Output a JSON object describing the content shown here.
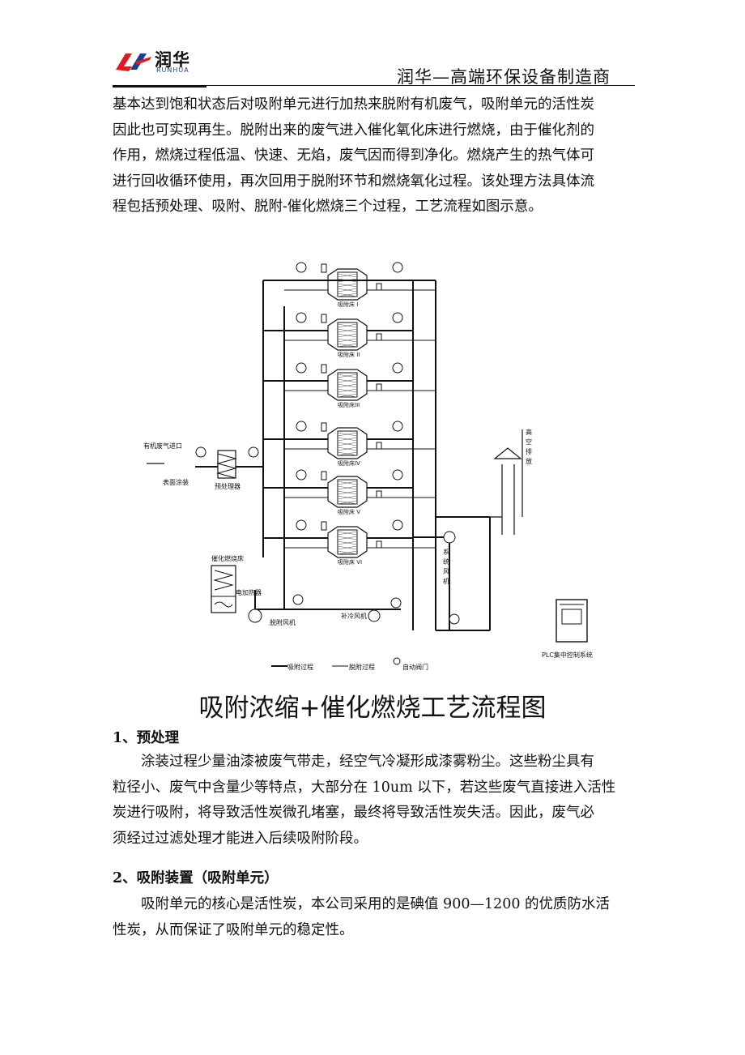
{
  "header": {
    "logo_cn": "润华",
    "logo_en": "RUNHUA",
    "slogan": "润华—高端环保设备制造商"
  },
  "intro_lines": [
    "基本达到饱和状态后对吸附单元进行加热来脱附有机废气，吸附单元的活性炭",
    "因此也可实现再生。脱附出来的废气进入催化氧化床进行燃烧，由于催化剂的",
    "作用，燃烧过程低温、快速、无焰，废气因而得到净化。燃烧产生的热气体可",
    "进行回收循环使用，再次回用于脱附环节和燃烧氧化过程。该处理方法具体流",
    "程包括预处理、吸附、脱附-催化燃烧三个过程，工艺流程如图示意。"
  ],
  "diagram": {
    "bed_labels": [
      "吸附床 I",
      "吸附床 II",
      "吸附床III",
      "吸附床IV",
      "吸附床 V",
      "吸附床 VI"
    ],
    "inlet_label": "有机废气进口",
    "source_label": "表面涂装",
    "pretreat_label": "预处理器",
    "catalytic_label": "催化燃烧床",
    "heater_label": "电加热器",
    "desorb_fan_label": "脱附风机",
    "cool_fan_label": "补冷风机",
    "system_fan_label": "系统风机",
    "stack_label": "高空排放",
    "plc_label": "PLC集中控制系统",
    "legend": [
      "吸附过程",
      "脱附过程",
      "自动阀门"
    ]
  },
  "figure_title": "吸附浓缩+催化燃烧工艺流程图",
  "section1": {
    "heading": "1、预处理",
    "lines": [
      "涂装过程少量油漆被废气带走，经空气冷凝形成漆雾粉尘。这些粉尘具有",
      "粒径小、废气中含量少等特点，大部分在 10um 以下，若这些废气直接进入活性",
      "炭进行吸附，将导致活性炭微孔堵塞，最终将导致活性炭失活。因此，废气必",
      "须经过过滤处理才能进入后续吸附阶段。"
    ]
  },
  "section2": {
    "heading": "2、吸附装置（吸附单元）",
    "lines": [
      "吸附单元的核心是活性炭，本公司采用的是碘值 900—1200 的优质防水活",
      "性炭，从而保证了吸附单元的稳定性。"
    ]
  }
}
